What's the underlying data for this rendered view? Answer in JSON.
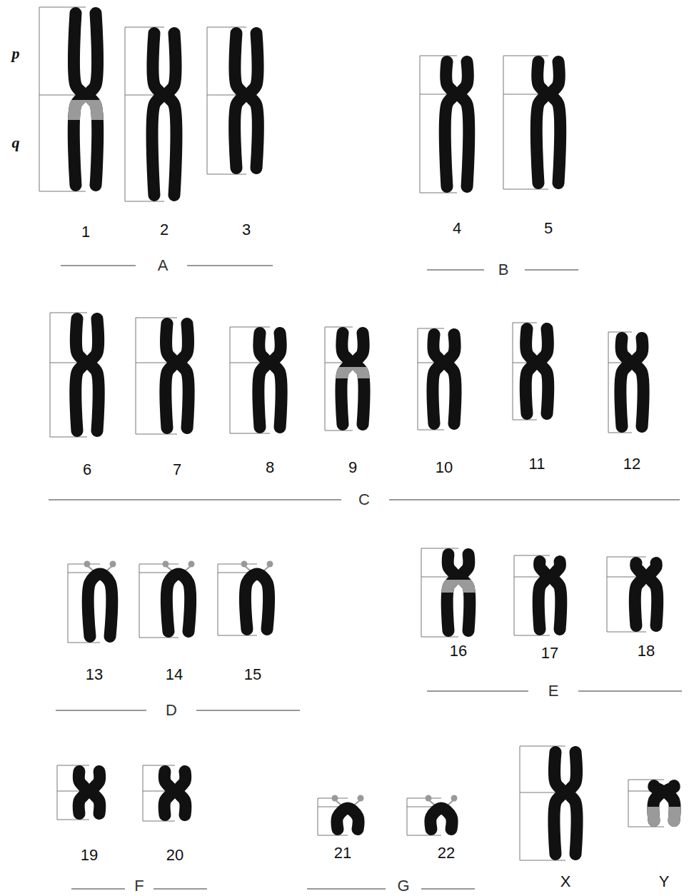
{
  "diagram": {
    "labels": [
      "p",
      "q",
      "1",
      "2",
      "3",
      "A",
      "4",
      "5",
      "B",
      "6",
      "7",
      "8",
      "9",
      "10",
      "11",
      "12",
      "C",
      "13",
      "14",
      "15",
      "D",
      "16",
      "17",
      "18",
      "E",
      "19",
      "20",
      "F",
      "21",
      "22",
      "G",
      "X",
      "Y"
    ]
  }
}
